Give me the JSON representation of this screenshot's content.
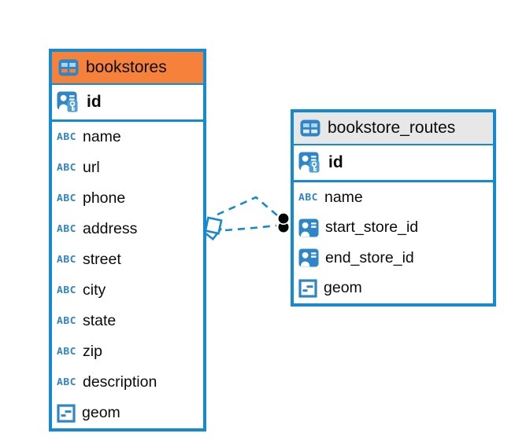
{
  "diagram": {
    "tables": [
      {
        "name": "bookstores",
        "header_color": "#f6813b",
        "columns": [
          {
            "name": "id",
            "type_icon": "person-key-icon",
            "primary_key": true
          },
          {
            "name": "name",
            "type_icon": "text-type-icon"
          },
          {
            "name": "url",
            "type_icon": "text-type-icon"
          },
          {
            "name": "phone",
            "type_icon": "text-type-icon"
          },
          {
            "name": "address",
            "type_icon": "text-type-icon"
          },
          {
            "name": "street",
            "type_icon": "text-type-icon"
          },
          {
            "name": "city",
            "type_icon": "text-type-icon"
          },
          {
            "name": "state",
            "type_icon": "text-type-icon"
          },
          {
            "name": "zip",
            "type_icon": "text-type-icon"
          },
          {
            "name": "description",
            "type_icon": "text-type-icon"
          },
          {
            "name": "geom",
            "type_icon": "geometry-type-icon"
          }
        ]
      },
      {
        "name": "bookstore_routes",
        "header_color": "#e7e7e7",
        "columns": [
          {
            "name": "id",
            "type_icon": "person-key-icon",
            "primary_key": true
          },
          {
            "name": "name",
            "type_icon": "text-type-icon"
          },
          {
            "name": "start_store_id",
            "type_icon": "person-icon",
            "foreign_key": true
          },
          {
            "name": "end_store_id",
            "type_icon": "person-icon",
            "foreign_key": true
          },
          {
            "name": "geom",
            "type_icon": "geometry-type-icon"
          }
        ]
      }
    ],
    "relations": [
      {
        "from_table": "bookstore_routes",
        "from_column": "start_store_id",
        "to_table": "bookstores",
        "to_column": "id",
        "line_style": "dashed"
      },
      {
        "from_table": "bookstore_routes",
        "from_column": "end_store_id",
        "to_table": "bookstores",
        "to_column": "id",
        "line_style": "dashed"
      }
    ],
    "colors": {
      "accent_blue": "#1789d0",
      "icon_blue": "#2e86c8",
      "icon_cell_lightblue": "#abd4ef",
      "key_badge_blue": "#4d9fd8",
      "header_orange": "#f6813b",
      "header_gray": "#e7e7e7",
      "relation_dot": "#000000",
      "text_color": "#0b0b0b",
      "background": "#ffffff"
    },
    "icons": {
      "text_type_label": "ABC"
    }
  }
}
